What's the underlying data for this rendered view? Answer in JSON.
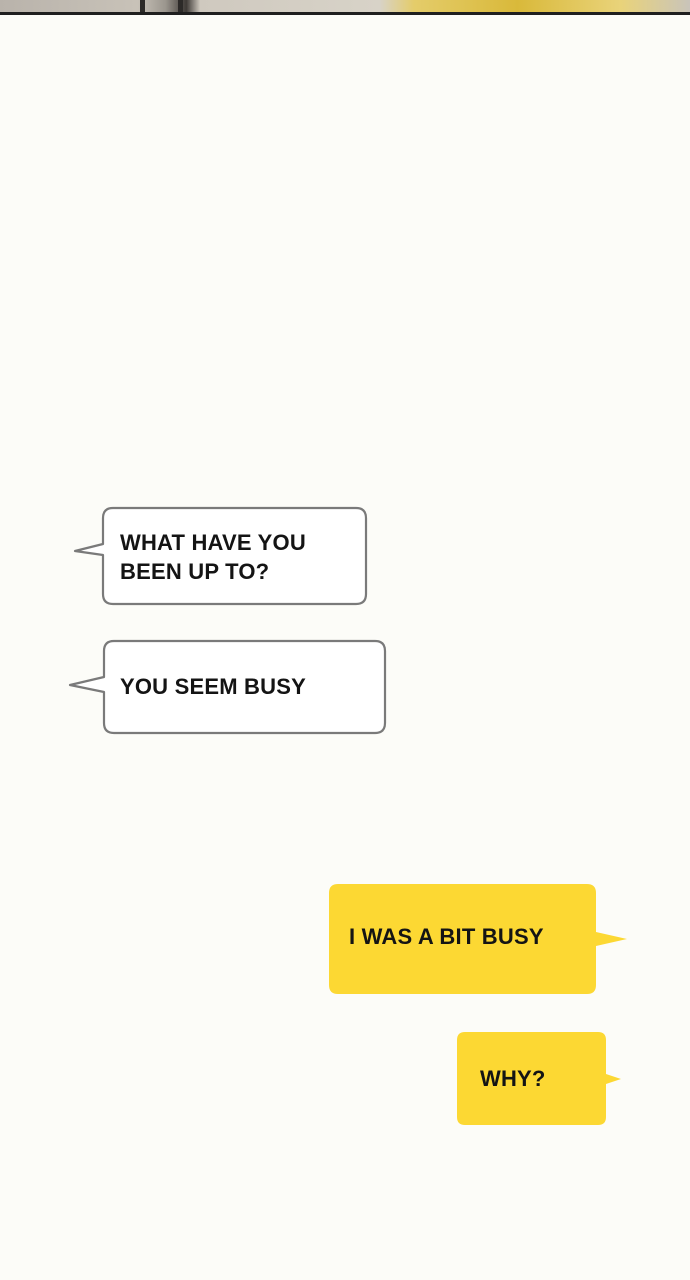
{
  "colors": {
    "page_background": "#fcfcf8",
    "incoming_bubble_fill": "#ffffff",
    "incoming_bubble_border": "#7a7a7a",
    "outgoing_bubble_fill": "#fcd833",
    "text": "#141414"
  },
  "conversation": {
    "incoming": [
      {
        "lines": [
          "WHAT HAVE YOU",
          "BEEN UP TO?"
        ]
      },
      {
        "lines": [
          "YOU SEEM BUSY"
        ]
      }
    ],
    "outgoing": [
      {
        "lines": [
          "I WAS A BIT BUSY"
        ]
      },
      {
        "lines": [
          "WHY?"
        ]
      }
    ]
  }
}
